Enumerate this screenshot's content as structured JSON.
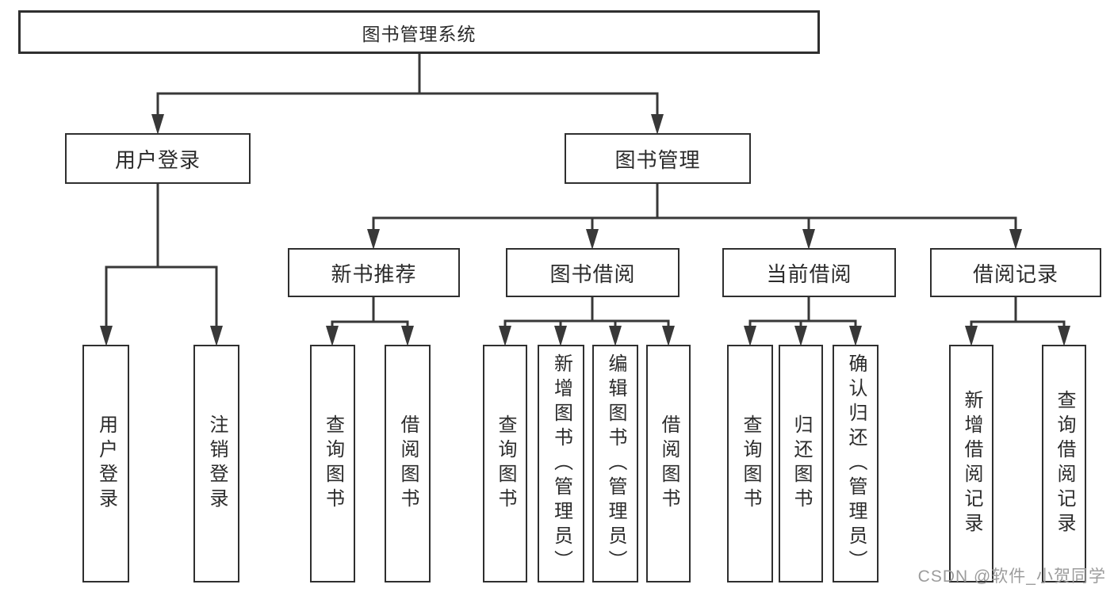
{
  "tree": {
    "root": "图书管理系统",
    "branches": [
      {
        "label": "用户登录",
        "children": [
          "用户登录",
          "注销登录"
        ]
      },
      {
        "label": "图书管理",
        "children": [
          {
            "label": "新书推荐",
            "children": [
              "查询图书",
              "借阅图书"
            ]
          },
          {
            "label": "图书借阅",
            "children": [
              "查询图书",
              "新增图书（管理员）",
              "编辑图书（管理员）",
              "借阅图书"
            ]
          },
          {
            "label": "当前借阅",
            "children": [
              "查询图书",
              "归还图书",
              "确认归还（管理员）"
            ]
          },
          {
            "label": "借阅记录",
            "children": [
              "新增借阅记录",
              "查询借阅记录"
            ]
          }
        ]
      }
    ]
  },
  "watermark": "CSDN @软件_小贺同学",
  "colors": {
    "line": "#383838",
    "border": "#2f2f2f",
    "text": "#2b2b2b",
    "watermark_text": "#9c9c9c",
    "background": "#ffffff"
  }
}
